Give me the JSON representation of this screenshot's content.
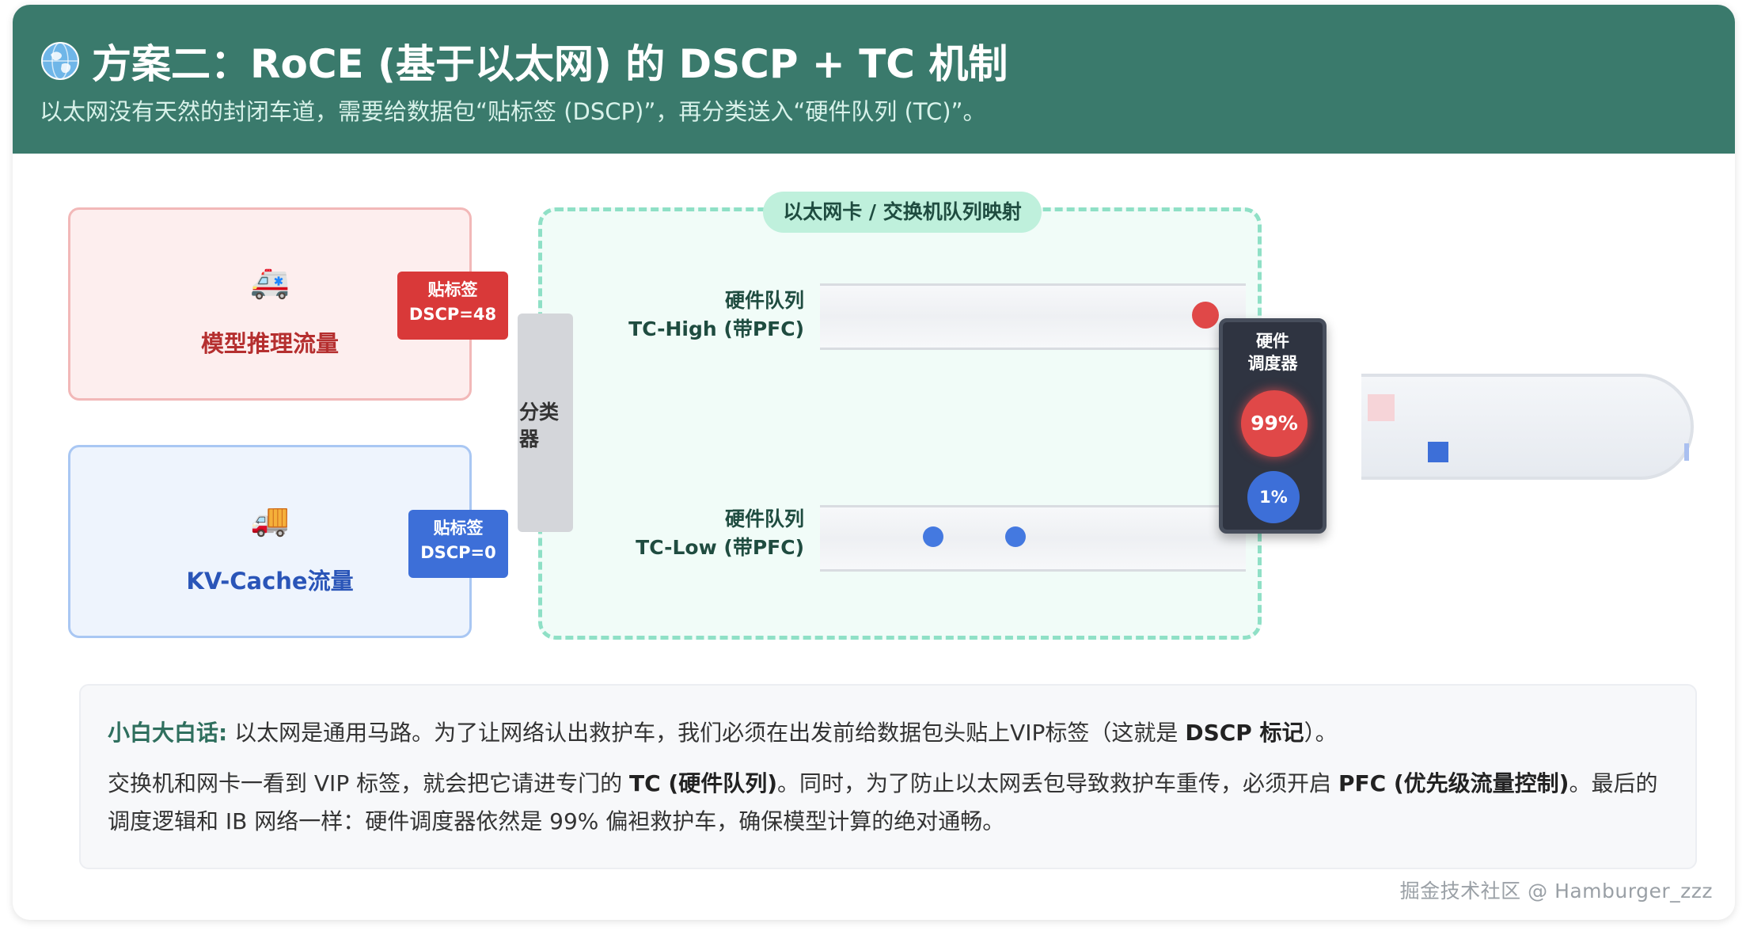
{
  "header": {
    "title": "方案二：RoCE (基于以太网) 的 DSCP + TC 机制",
    "subtitle": "以太网没有天然的封闭车道，需要给数据包“贴标签 (DSCP)”，再分类送入“硬件队列 (TC)”。",
    "title_icon": "globe-icon"
  },
  "sources": {
    "inference": {
      "label": "模型推理流量",
      "icon": "ambulance-icon",
      "icon_glyph": "🚑",
      "tag_line1": "贴标签",
      "tag_line2": "DSCP=48",
      "color": "#d93939"
    },
    "kvcache": {
      "label": "KV-Cache流量",
      "icon": "truck-icon",
      "icon_glyph": "🚚",
      "tag_line1": "贴标签",
      "tag_line2": "DSCP=0",
      "color": "#3d6fd8"
    }
  },
  "nic": {
    "title": "以太网卡 / 交换机队列映射",
    "classifier": "分类器",
    "queue_high_line1": "硬件队列",
    "queue_high_line2": "TC-High (带PFC)",
    "queue_low_line1": "硬件队列",
    "queue_low_line2": "TC-Low (带PFC)"
  },
  "scheduler": {
    "title_line1": "硬件",
    "title_line2": "调度器",
    "high_share": "99%",
    "low_share": "1%"
  },
  "note": {
    "lead": "小白大白话:",
    "line1_a": "以太网是通用马路。为了让网络认出救护车，我们必须在出发前给数据包头贴上VIP标签（这就是",
    "line1_b": "DSCP 标记",
    "line1_c": "）。",
    "line2_a": "交换机和网卡一看到 VIP 标签，就会把它请进专门的",
    "line2_b": "TC (硬件队列)",
    "line2_c": "。同时，为了防止以太网丢包导致救护车重传，必须开启",
    "line2_d": "PFC (优先级流量控制)",
    "line2_e": "。最后的调度逻辑和 IB 网络一样：硬件调度器依然是 99% 偏袒救护车，确保模型计算的绝对通畅。"
  },
  "watermark": "掘金技术社区 @ Hamburger_zzz",
  "colors": {
    "header": "#3a7a6c",
    "high": "#e04848",
    "low": "#4479e0",
    "nic_border": "#8fe0c6"
  }
}
